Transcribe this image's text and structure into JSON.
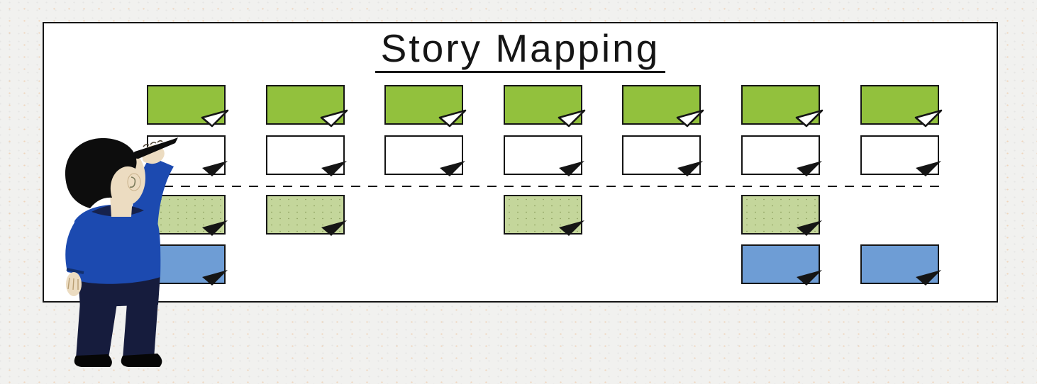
{
  "title": {
    "text": "Story Mapping"
  },
  "colors": {
    "page_bg": "#f1f1ef",
    "board_bg": "#ffffff",
    "line": "#151515",
    "note_green": "#92c13d",
    "note_white": "#ffffff",
    "note_light_green": "#c4d69b",
    "note_blue": "#6e9dd5",
    "sweater": "#1c4ab0",
    "pants": "#161c3d",
    "skin": "#ecdcc1",
    "hair": "#0d0d0d",
    "shoe": "#060606"
  },
  "board": {
    "rows": [
      {
        "name": "activities",
        "color_key": "note_green",
        "fold": "outline",
        "texture": "plain",
        "cells": [
          1,
          1,
          1,
          1,
          1,
          1,
          1
        ]
      },
      {
        "name": "tasks",
        "color_key": "note_white",
        "fold": "solid",
        "texture": "plain",
        "cells": [
          1,
          1,
          1,
          1,
          1,
          1,
          1
        ]
      },
      {
        "name": "subtasks",
        "color_key": "note_light_green",
        "fold": "solid",
        "texture": "dotted",
        "cells": [
          1,
          1,
          0,
          1,
          0,
          1,
          0
        ]
      },
      {
        "name": "details",
        "color_key": "note_blue",
        "fold": "solid",
        "texture": "plain",
        "cells": [
          1,
          0,
          0,
          0,
          0,
          1,
          1
        ]
      }
    ]
  },
  "separator": {
    "style": "dashed"
  },
  "person": {
    "icon": "person-writing-marker"
  }
}
